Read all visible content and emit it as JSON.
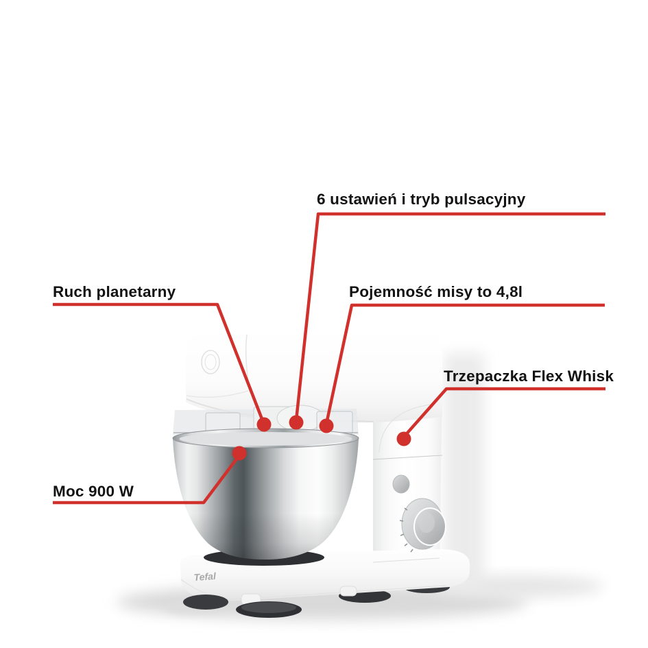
{
  "page": {
    "background": "#ffffff",
    "description_language": "pl"
  },
  "product": {
    "brand": "Tefal"
  },
  "annotations": [
    {
      "id": "settings",
      "label": "6 ustawień i tryb pulsacyjny"
    },
    {
      "id": "planetary",
      "label": "Ruch planetarny"
    },
    {
      "id": "capacity",
      "label": "Pojemność misy to 4,8l"
    },
    {
      "id": "whisk",
      "label": "Trzepaczka Flex Whisk"
    },
    {
      "id": "power",
      "label": "Moc 900 W"
    }
  ],
  "colors": {
    "callout_red": "#d0312c",
    "label_text": "#121212",
    "background": "#ffffff"
  }
}
